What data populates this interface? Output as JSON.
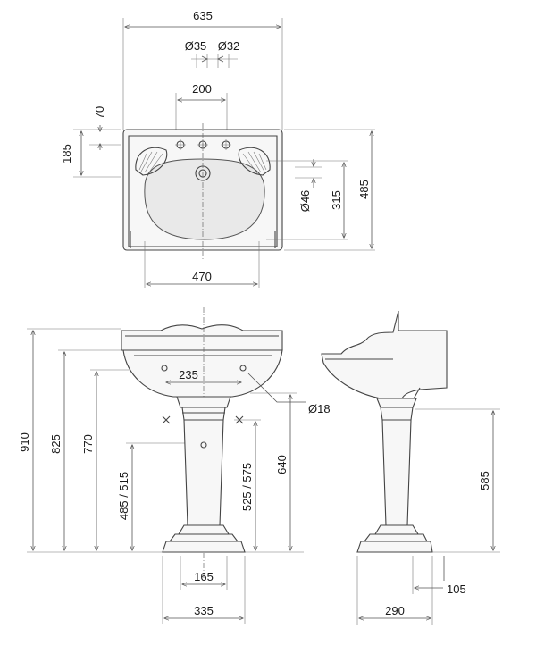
{
  "plan": {
    "width_total": "635",
    "tap_hole_1": "Ø35",
    "tap_hole_2": "Ø32",
    "tap_spacing": "200",
    "edge_to_tap": "70",
    "edge_to_waste": "185",
    "waste_hole": "Ø46",
    "bowl_depth": "315",
    "depth_total": "485",
    "bowl_width": "470"
  },
  "front": {
    "height_total": "910",
    "height_rim": "825",
    "height_underside": "770",
    "fixing_spacing": "235",
    "fixing_hole": "Ø18",
    "height_waste": "485 / 515",
    "height_fixing": "525 / 575",
    "height_ped_top": "640",
    "foot_inner": "165",
    "foot_outer": "335"
  },
  "side": {
    "pedestal_height": "585",
    "foot_offset": "105",
    "foot_depth": "290"
  }
}
